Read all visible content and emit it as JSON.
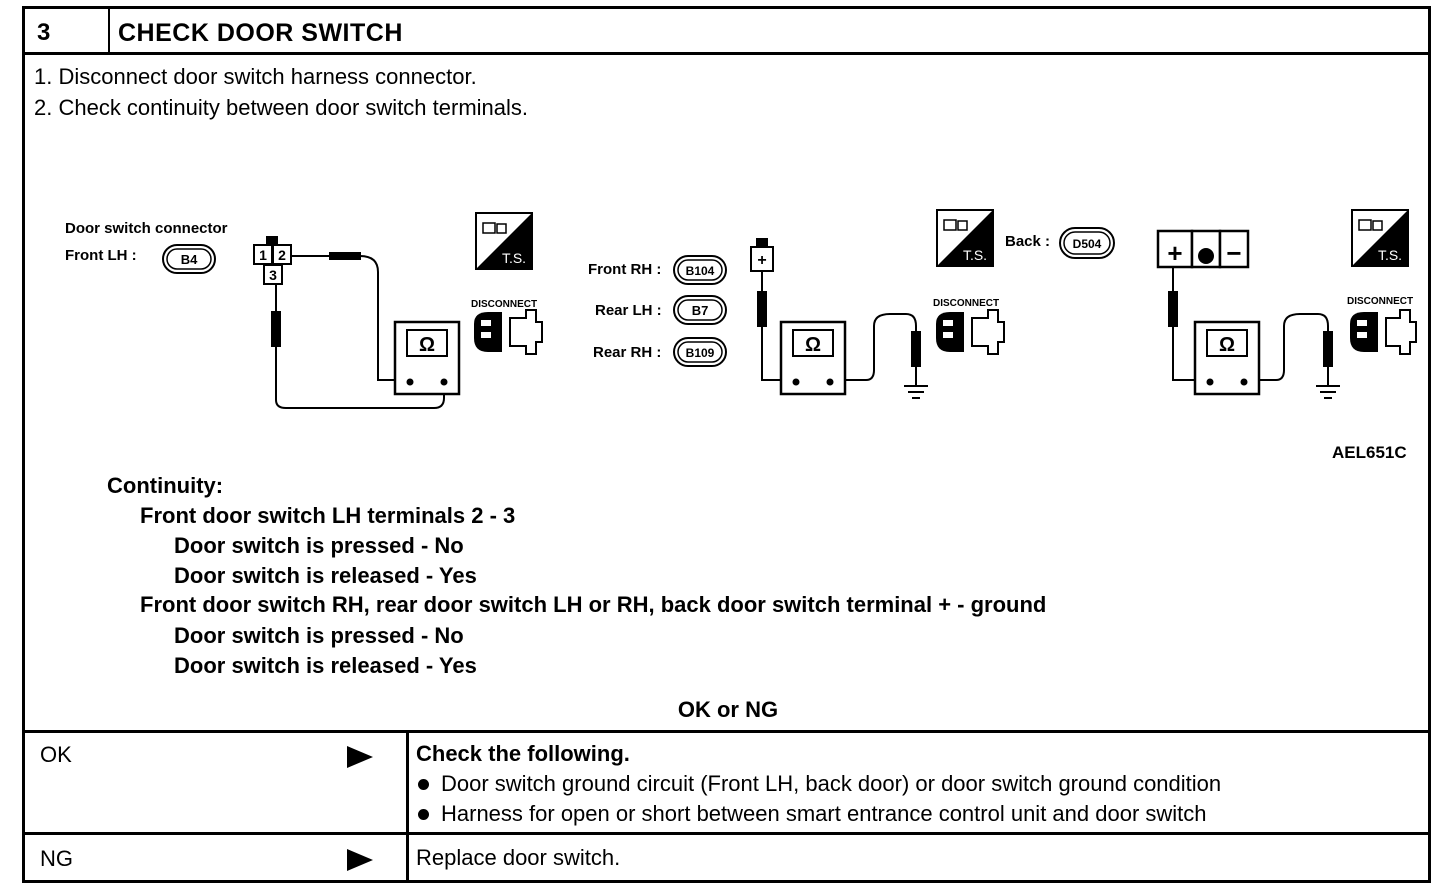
{
  "header": {
    "step_number": "3",
    "title": "CHECK DOOR SWITCH"
  },
  "steps": [
    "1.  Disconnect door switch harness connector.",
    "2.  Check continuity between door switch terminals."
  ],
  "diagram": {
    "connector_title": "Door switch connector",
    "connectors": [
      {
        "label": "Front LH :",
        "code": "B4"
      },
      {
        "label": "Front RH :",
        "code": "B104"
      },
      {
        "label": "Rear LH :",
        "code": "B7"
      },
      {
        "label": "Rear RH :",
        "code": "B109"
      },
      {
        "label": "Back :",
        "code": "D504"
      }
    ],
    "terminals": [
      "1",
      "2",
      "3"
    ],
    "ts_label": "T.S.",
    "disconnect_label": "DISCONNECT",
    "meter_symbol": "Ω",
    "plus_symbol": "+",
    "minus_symbol": "−",
    "ref_code": "AEL651C",
    "icons": [
      "meter-icon",
      "ts-icon",
      "disconnect-connector-icon",
      "ground-icon"
    ]
  },
  "continuity": {
    "heading": "Continuity:",
    "groups": [
      {
        "title": "Front door switch LH terminals 2 - 3",
        "lines": [
          "Door switch is pressed - No",
          "Door switch is released - Yes"
        ]
      },
      {
        "title": "Front door switch RH, rear door switch LH or RH, back door switch terminal + - ground",
        "lines": [
          "Door switch is pressed - No",
          "Door switch is released - Yes"
        ]
      }
    ]
  },
  "ok_or_ng": "OK or NG",
  "results": {
    "ok": {
      "label": "OK",
      "heading": "Check the following.",
      "bullets": [
        "Door switch ground circuit (Front LH, back door) or door switch ground condition",
        "Harness for open or short between smart entrance control unit and door switch"
      ]
    },
    "ng": {
      "label": "NG",
      "action": "Replace door switch."
    }
  }
}
